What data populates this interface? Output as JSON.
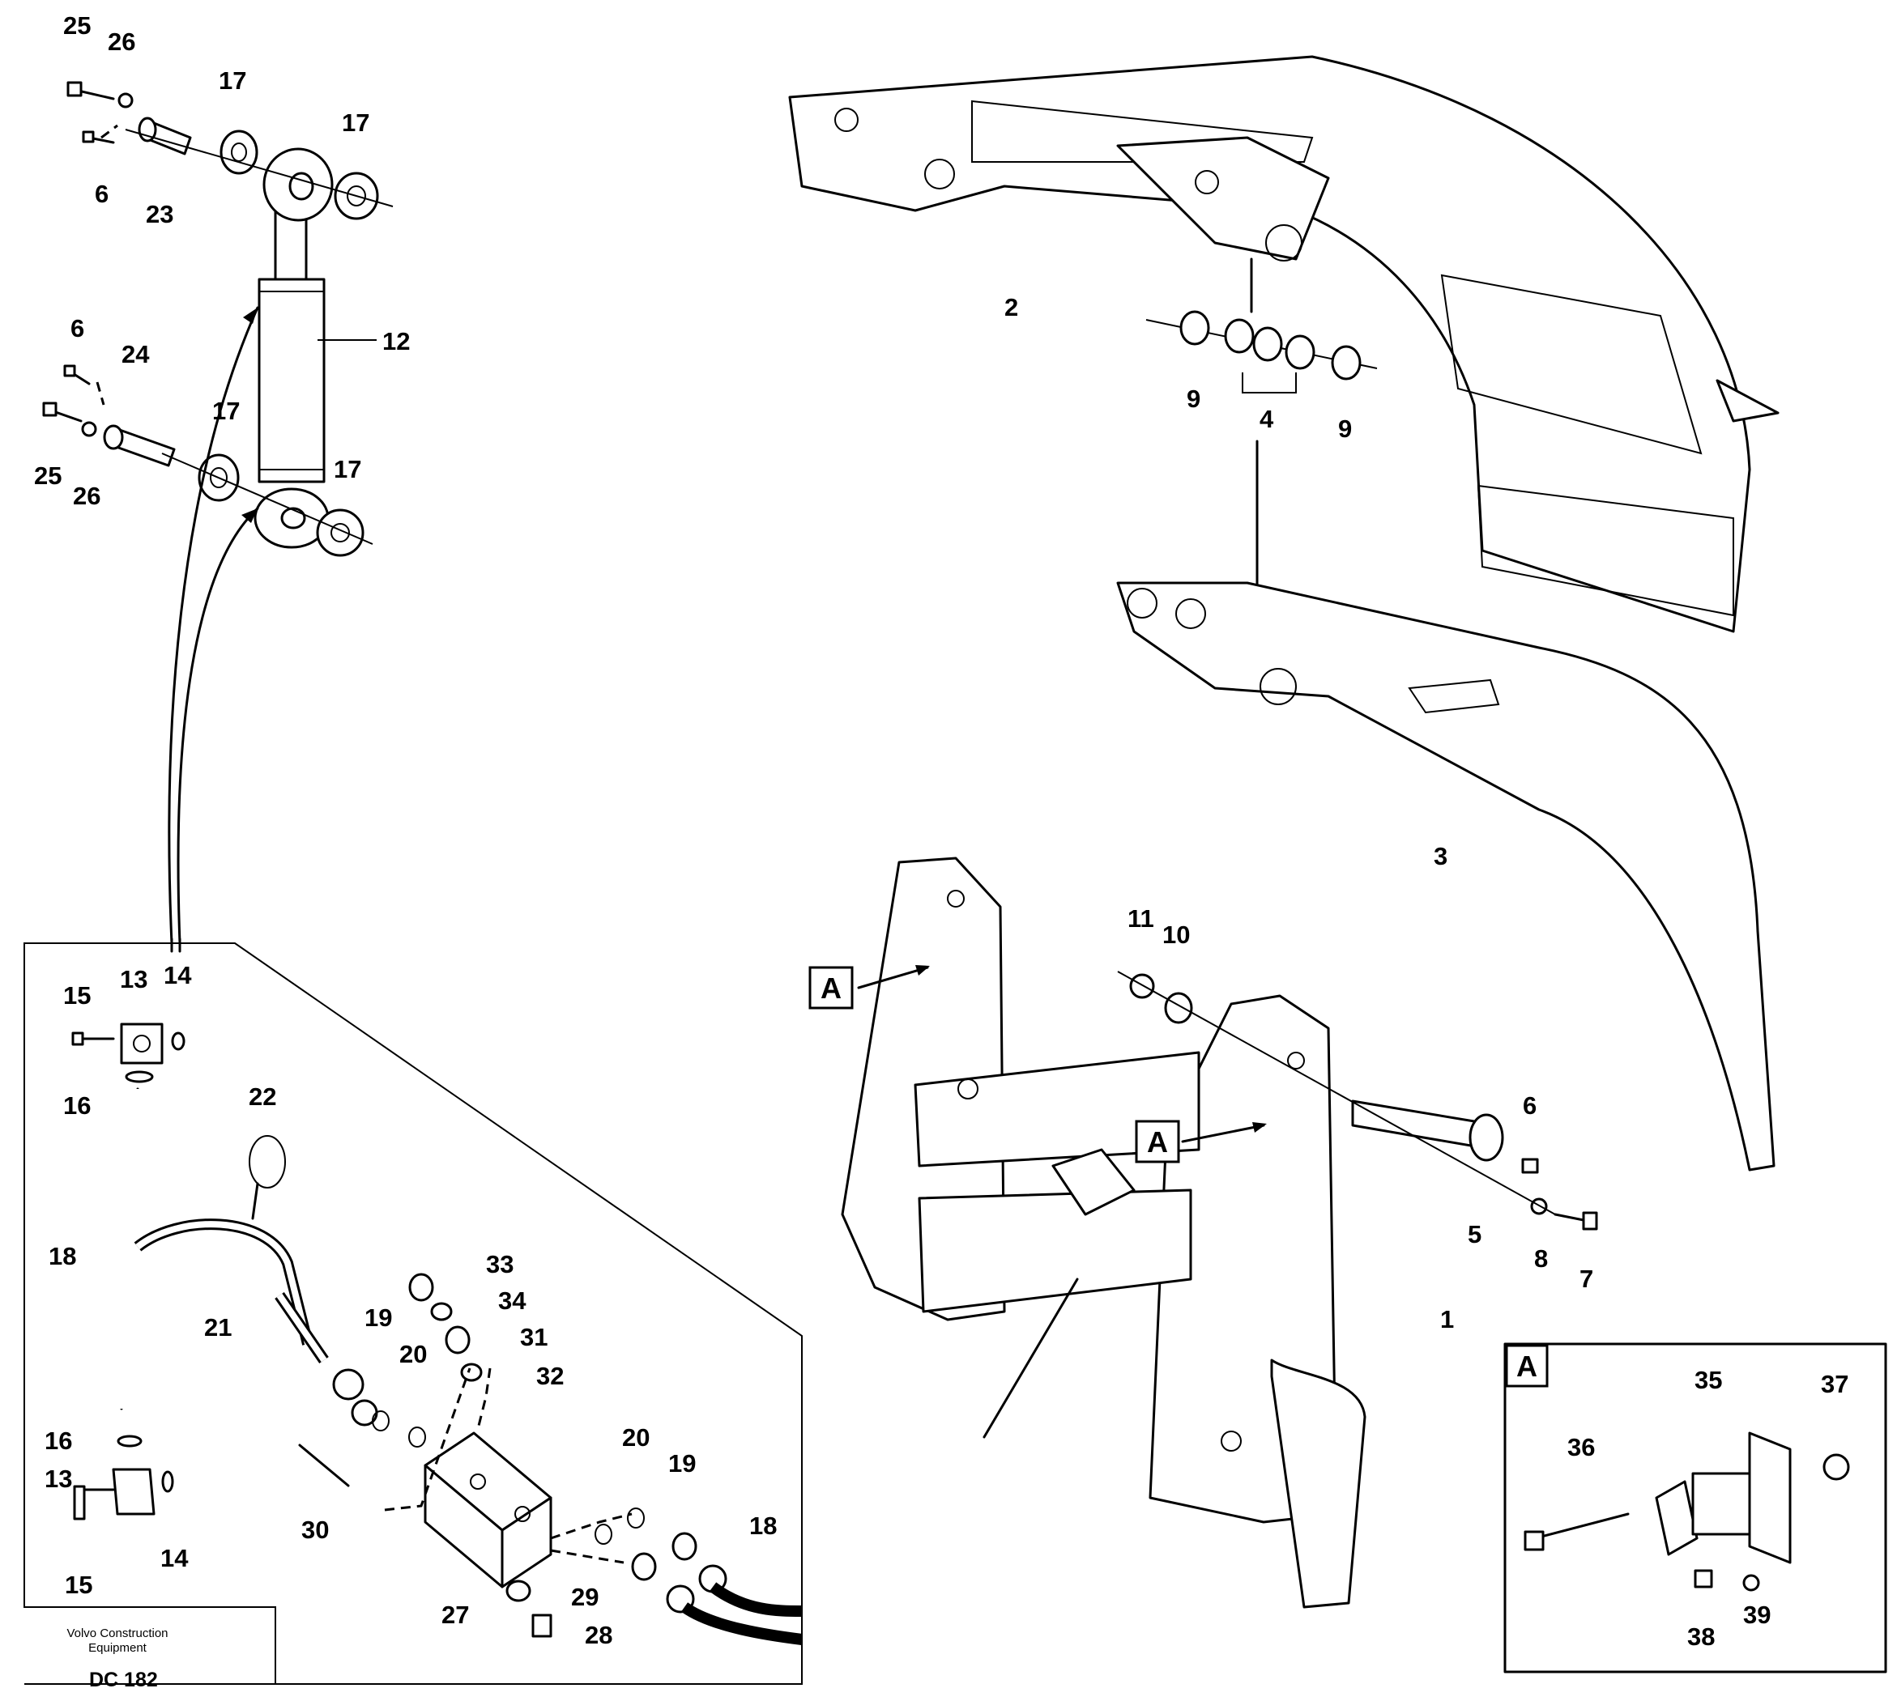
{
  "diagram": {
    "callouts": {
      "c1": "1",
      "c2": "2",
      "c3": "3",
      "c4": "4",
      "c5": "5",
      "c6": "6",
      "c7": "7",
      "c8": "8",
      "c9": "9",
      "c10": "10",
      "c11": "11",
      "c12": "12",
      "c13": "13",
      "c14": "14",
      "c15": "15",
      "c16": "16",
      "c17": "17",
      "c18": "18",
      "c19": "19",
      "c20": "20",
      "c21": "21",
      "c22": "22",
      "c23": "23",
      "c24": "24",
      "c25": "25",
      "c26": "26",
      "c27": "27",
      "c28": "28",
      "c29": "29",
      "c30": "30",
      "c31": "31",
      "c32": "32",
      "c33": "33",
      "c34": "34",
      "c35": "35",
      "c36": "36",
      "c37": "37",
      "c38": "38",
      "c39": "39"
    },
    "detail_marker": "A",
    "footer": {
      "company_line1": "Volvo Construction",
      "company_line2": "Equipment",
      "drawing_code": "DC 182"
    }
  }
}
